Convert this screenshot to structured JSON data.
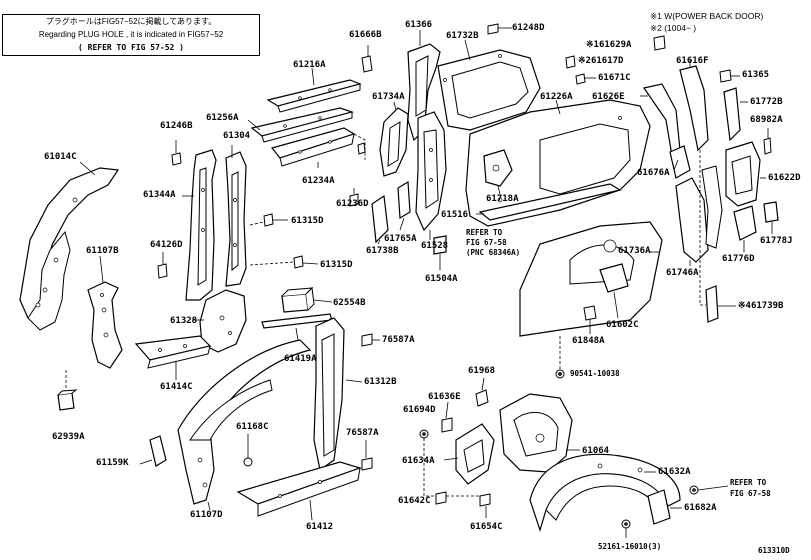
{
  "note": {
    "line1": "プラグホールはFIG57−52に掲載してあります。",
    "line2": "Regarding PLUG HOLE , it is indicated in FIG57−52",
    "line3": "(    REFER TO FIG 57-52    )"
  },
  "legend": {
    "item1": "※1  W(POWER BACK DOOR)",
    "item2": "※2  (1004−    )"
  },
  "labels": {
    "p61014C": "61014C",
    "p61107B": "61107B",
    "p62939A": "62939A",
    "p61246B": "61246B",
    "p61344A": "61344A",
    "p64126D": "64126D",
    "p61304": "61304",
    "p61256A": "61256A",
    "p61216A": "61216A",
    "p61666B": "61666B",
    "p61366": "61366",
    "p61732B": "61732B",
    "p61248D": "61248D",
    "p161629A": "※161629A",
    "p61617D": "※261617D",
    "p61671C": "61671C",
    "p61616F": "61616F",
    "p61365": "61365",
    "p61226A": "61226A",
    "p61626E": "61626E",
    "p61772B": "61772B",
    "p68982A": "68982A",
    "p61734A": "61734A",
    "p61234A": "61234A",
    "p61236D": "61236D",
    "p61315D_1": "61315D",
    "p61315D_2": "61315D",
    "p61328": "61328",
    "p62554B": "62554B",
    "p61419A": "61419A",
    "p61414C": "61414C",
    "p61718A": "61718A",
    "p61528": "61528",
    "p61516": "61516",
    "p61765A": "61765A",
    "p61738B": "61738B",
    "p61504A": "61504A",
    "refer58a": "REFER TO",
    "refer58b": "FIG 67-58",
    "refer58c": "(PNC 68346A)",
    "p61676A": "61676A",
    "p61622D": "61622D",
    "p61778J": "61778J",
    "p61776D": "61776D",
    "p61736A": "61736A",
    "p61746A": "61746A",
    "p61739B": "※461739B",
    "p61602C": "61602C",
    "p61848A": "61848A",
    "p90541": "90541-10038",
    "p76587A_1": "76587A",
    "p61312B": "61312B",
    "p76587A_2": "76587A",
    "p61168C": "61168C",
    "p61159K": "61159K",
    "p61107D": "61107D",
    "p61412": "61412",
    "p61968": "61968",
    "p61636E": "61636E",
    "p61694D": "61694D",
    "p61634A": "61634A",
    "p61064": "61064",
    "p61642C": "61642C",
    "p61654C": "61654C",
    "p61632A": "61632A",
    "refer2a": "REFER TO",
    "refer2b": "FIG 67-58",
    "p61682A": "61682A",
    "p52161": "52161-16010(3)",
    "figno": "613310D"
  }
}
